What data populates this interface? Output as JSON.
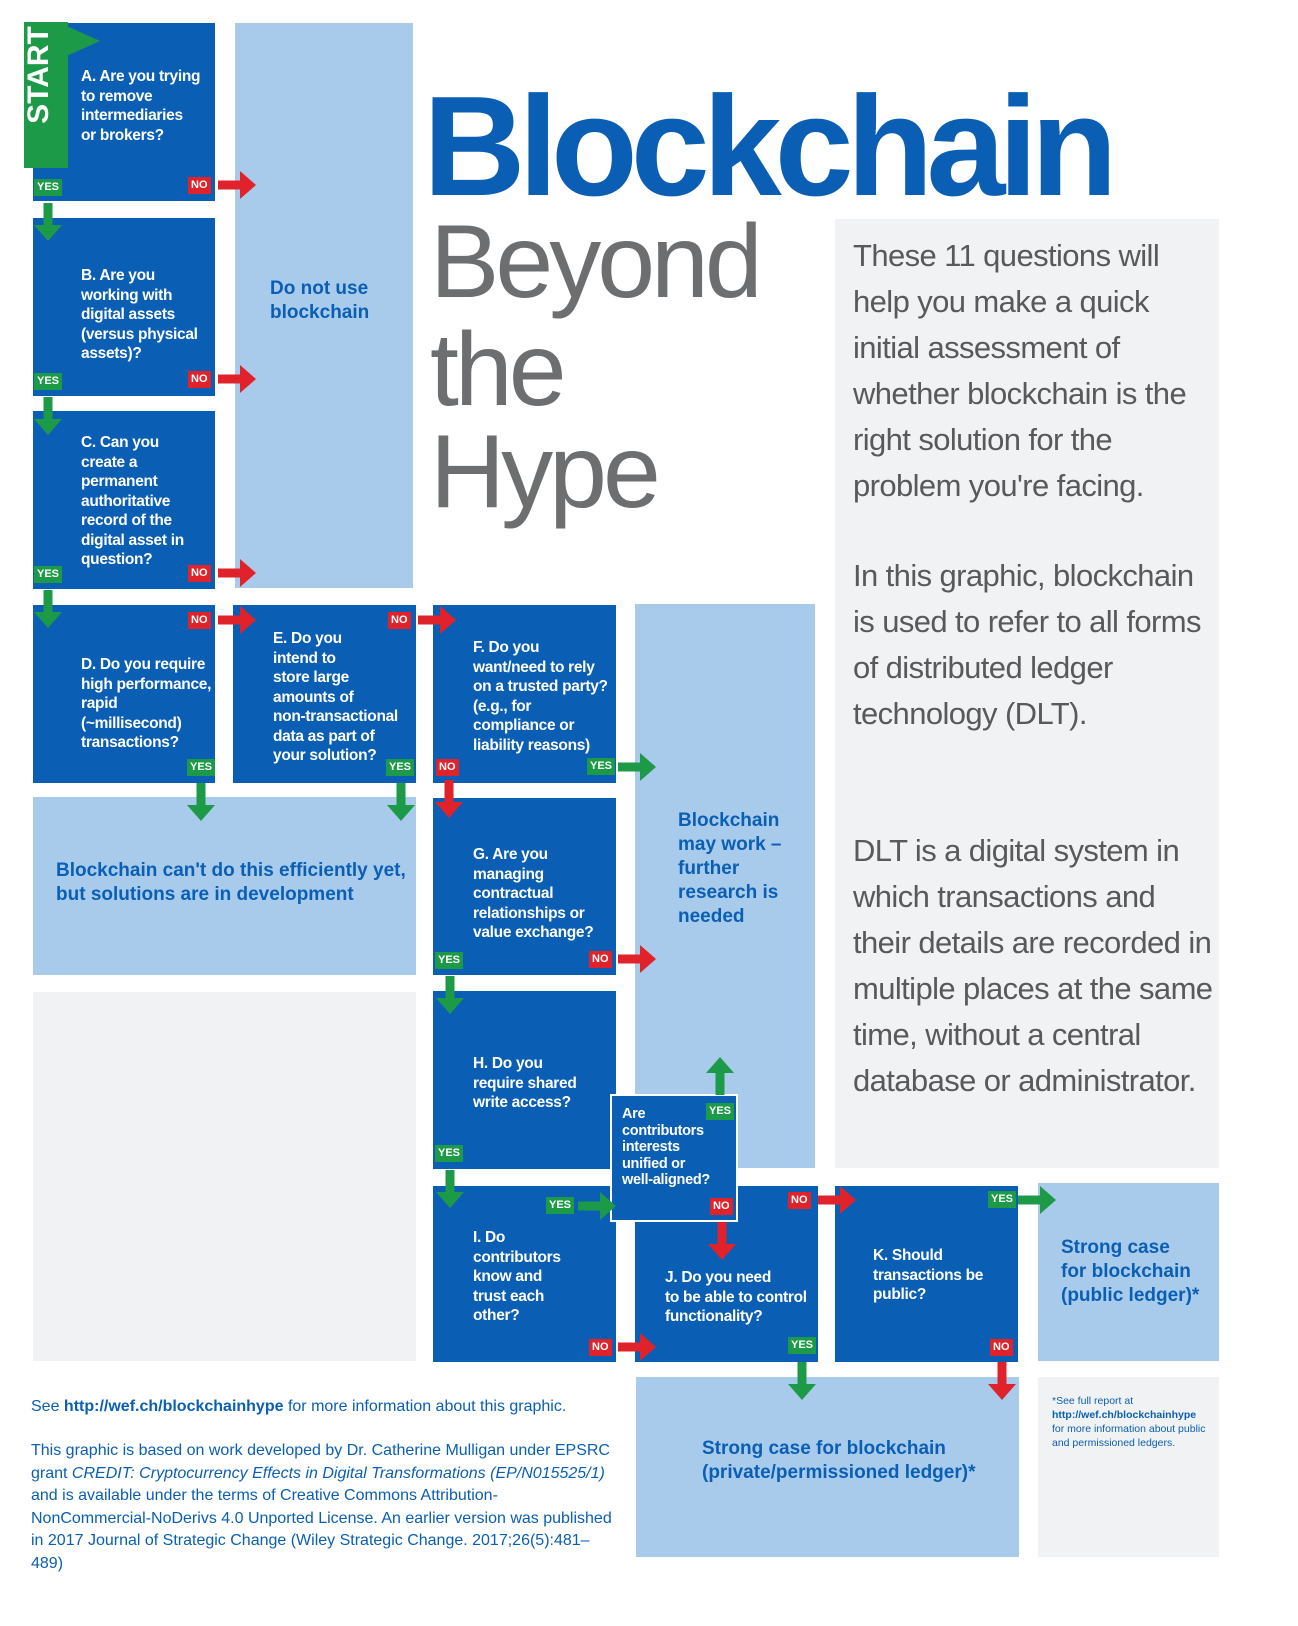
{
  "title": {
    "line1": "Blockchain",
    "line2": "Beyond",
    "line3": "the",
    "line4": "Hype"
  },
  "start_label": "START",
  "questions": {
    "a": "A. Are you trying\nto remove\nintermediaries\nor brokers?",
    "b": "B. Are you\nworking with\ndigital assets\n(versus physical\nassets)?",
    "c": "C. Can you\ncreate a\npermanent\nauthoritative\nrecord of the\ndigital asset in\nquestion?",
    "d": "D. Do you require\nhigh performance,\nrapid\n(~millisecond)\ntransactions?",
    "e": "E. Do you\nintend to\nstore large\namounts of\nnon-transactional\ndata as part of\nyour solution?",
    "f": "F. Do you\nwant/need to rely\non a trusted party?\n(e.g., for\ncompliance or\nliability reasons)",
    "g": "G. Are you\nmanaging\ncontractual\nrelationships or\nvalue exchange?",
    "h": "H. Do you\nrequire shared\nwrite access?",
    "i": "I. Do\ncontributors\nknow and\ntrust each\nother?",
    "aligned": "Are\ncontributors\ninterests\nunified or\nwell-aligned?",
    "j": "J. Do you need\nto be able to control\nfunctionality?",
    "k": "K. Should\ntransactions be\npublic?"
  },
  "outcomes": {
    "do_not_use": "Do not use\nblockchain",
    "cant_do": "Blockchain can't do this efficiently yet,\nbut solutions are in development",
    "may_work": "Blockchain\nmay work –\nfurther\nresearch is\nneeded",
    "public": "Strong case\nfor blockchain\n(public ledger)*",
    "private": "Strong case for blockchain\n(private/permissioned ledger)*"
  },
  "labels": {
    "yes": "YES",
    "no": "NO"
  },
  "side_text": {
    "p1": "These 11 questions will help you make a quick initial assessment of whether blockchain is the right solution for the problem you're facing.",
    "p2": "In this graphic, blockchain is used to refer to all forms of distributed ledger technology (DLT).",
    "p3": "DLT is a digital system in which transactions and their details are recorded in multiple places at the same time, without a central database or administrator."
  },
  "footer": {
    "see_prefix": "See ",
    "see_link": "http://wef.ch/blockchainhype",
    "see_suffix": " for more information about this graphic.",
    "credit_1": "This graphic is based on work developed by Dr. Catherine Mulligan under EPSRC grant ",
    "credit_italic": "CREDIT: Cryptocurrency Effects in Digital Transformations (EP/N015525/1)",
    "credit_2": " and is available under the terms of Creative Commons Attribution-NonCommercial-NoDerivs 4.0 Unported License. An earlier version was published in 2017 Journal of Strategic Change (Wiley Strategic Change. 2017;26(5):481–489)"
  },
  "note": {
    "line1": "*See full report at",
    "link": "http://wef.ch/blockchainhype",
    "line2": "for more information about public and permissioned ledgers."
  },
  "colors": {
    "blue": "#0a5fb4",
    "light_blue": "#a9cbeb",
    "green": "#1d9a48",
    "red": "#e0222a",
    "grey": "#f1f2f4"
  }
}
